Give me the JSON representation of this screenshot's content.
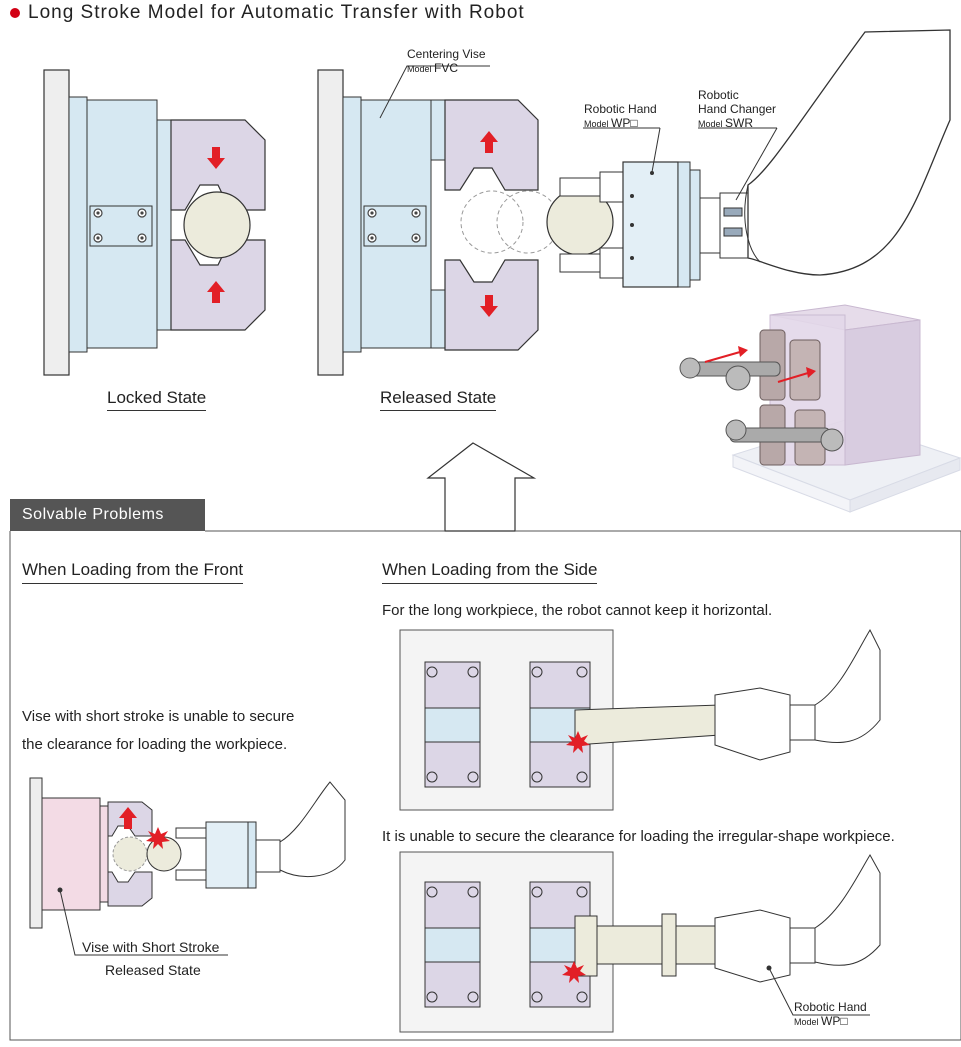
{
  "header": {
    "title": "Long Stroke Model for Automatic Transfer with Robot"
  },
  "top": {
    "locked_label": "Locked State",
    "released_label": "Released State",
    "callouts": {
      "centering_vise": "Centering Vise",
      "centering_vise_model": "FVC",
      "robotic_hand": "Robotic Hand",
      "robotic_hand_model": "WP□",
      "hand_changer_1": "Robotic",
      "hand_changer_2": "Hand Changer",
      "hand_changer_model": "SWR",
      "model_prefix": "Model"
    }
  },
  "problems": {
    "tab_label": "Solvable Problems",
    "front": {
      "heading": "When Loading from the Front",
      "text_line1": "Vise with short stroke is unable to secure",
      "text_line2": "the clearance for loading the workpiece.",
      "caption_line1": "Vise with Short Stroke",
      "caption_line2": "Released State"
    },
    "side": {
      "heading": "When Loading from the Side",
      "text1": "For the long workpiece, the robot cannot keep it horizontal.",
      "text2": "It is unable to secure the clearance for loading the irregular-shape workpiece.",
      "hand_label": "Robotic Hand",
      "hand_model": "WP□",
      "model_prefix": "Model"
    }
  },
  "colors": {
    "accent_red": "#d20014",
    "vise_blue": "#d6e8f2",
    "jaw_lilac": "#dcd6e6",
    "workpiece": "#ecebdc",
    "tab_gray": "#555555"
  }
}
